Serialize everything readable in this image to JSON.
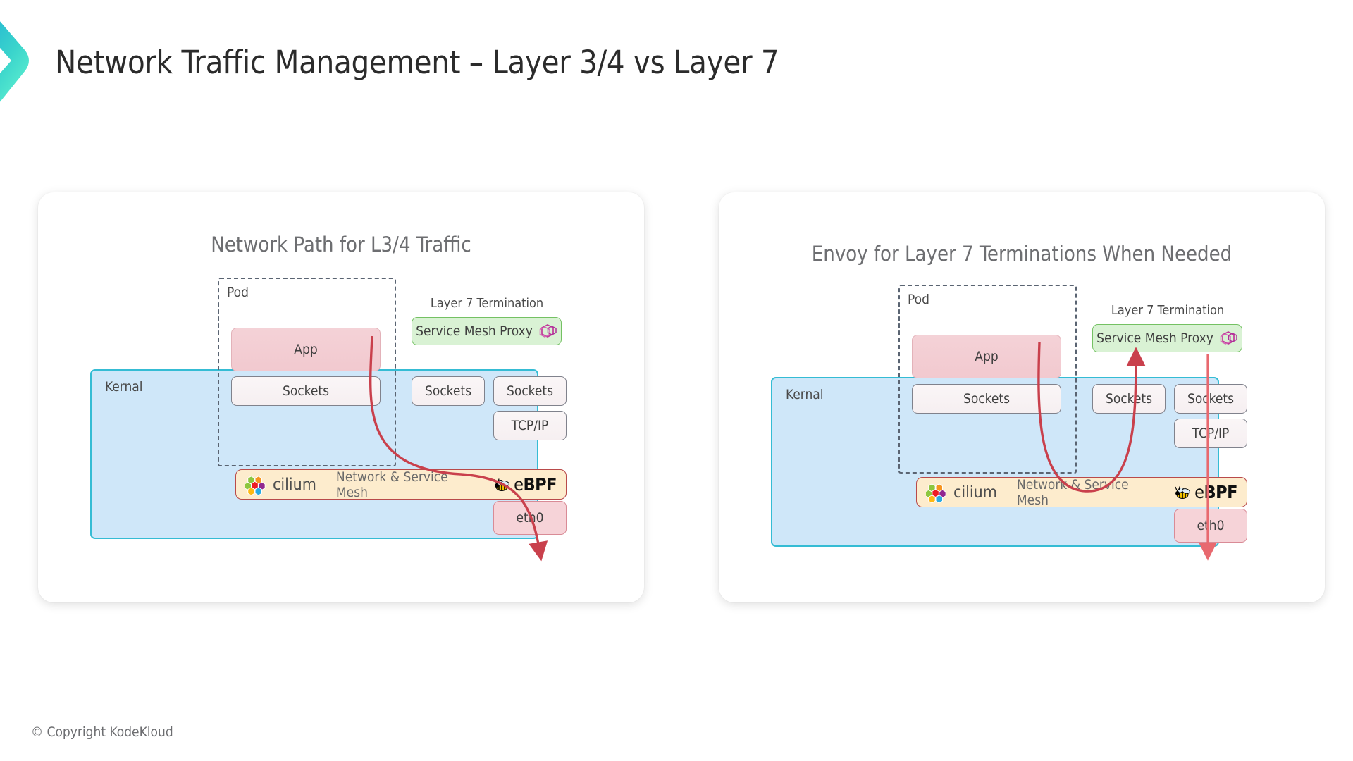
{
  "slide": {
    "title": "Network Traffic Management – Layer 3/4 vs Layer 7",
    "footer": "© Copyright KodeKloud",
    "logo_icon": "chevron-logo-icon",
    "colors": {
      "logo_gradient_start": "#29b6d8",
      "logo_gradient_end": "#4fe3c8",
      "title_text": "#2b2b2b",
      "panel_title_text": "#6d6e71",
      "kernel_fill": "#cfe7f9",
      "kernel_border": "#35bcd4",
      "app_fill": "#f2c9cf",
      "proxy_fill": "#d9f2d4",
      "proxy_border": "#74c163",
      "eth0_fill": "#f6d3d8",
      "cilium_fill": "#fdeccd",
      "cilium_border": "#b94a4a",
      "arrow": "#c9404c"
    }
  },
  "panels": [
    {
      "id": "left",
      "title": "Network Path for L3/4 Traffic",
      "kernel_label": "Kernal",
      "pod_label": "Pod",
      "l7_label": "Layer 7 Termination",
      "nodes": {
        "app": "App",
        "pod_sockets": "Sockets",
        "proxy_sockets": "Sockets",
        "stack_sockets": "Sockets",
        "tcpip": "TCP/IP",
        "eth0": "eth0",
        "proxy": "Service Mesh Proxy"
      },
      "cilium": {
        "name": "cilium",
        "tagline": "Network & Service Mesh",
        "ebpf_prefix": "e",
        "ebpf_suffix": "BPF",
        "logo_icon": "cilium-hex-logo-icon",
        "bee_icon": "ebpf-bee-icon"
      },
      "proxy_logo_icon": "envoy-logo-icon",
      "flow_description": "App to eth0 through cilium eBPF datapath"
    },
    {
      "id": "right",
      "title": "Envoy for Layer 7 Terminations When Needed",
      "kernel_label": "Kernal",
      "pod_label": "Pod",
      "l7_label": "Layer 7 Termination",
      "nodes": {
        "app": "App",
        "pod_sockets": "Sockets",
        "proxy_sockets": "Sockets",
        "stack_sockets": "Sockets",
        "tcpip": "TCP/IP",
        "eth0": "eth0",
        "proxy": "Service Mesh Proxy"
      },
      "cilium": {
        "name": "cilium",
        "tagline": "Network & Service Mesh",
        "ebpf_prefix": "e",
        "ebpf_suffix": "BPF",
        "logo_icon": "cilium-hex-logo-icon",
        "bee_icon": "ebpf-bee-icon"
      },
      "proxy_logo_icon": "envoy-logo-icon",
      "flow_description": "App through cilium up to Service Mesh Proxy then down to eth0"
    }
  ]
}
